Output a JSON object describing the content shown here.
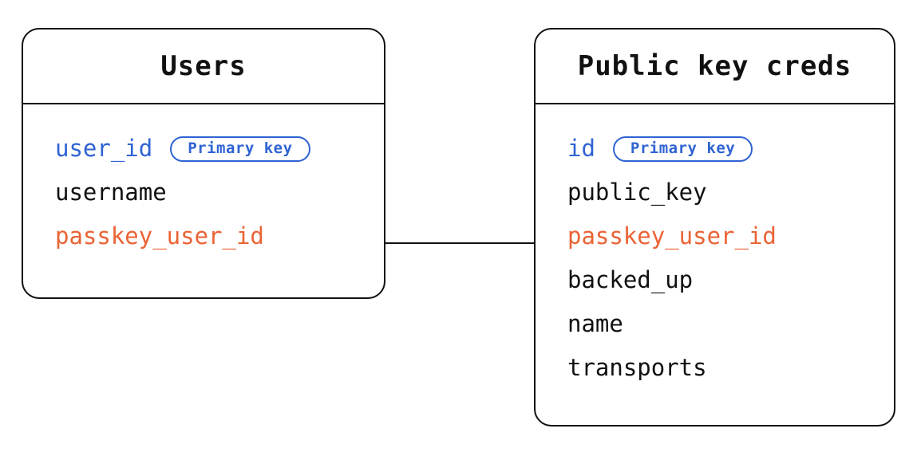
{
  "diagram": {
    "type": "entity-relationship-diagram",
    "background_color": "#ffffff",
    "colors": {
      "border": "#111111",
      "text": "#111111",
      "primary_key": "#2f63d3",
      "foreign_key": "#ea6335"
    },
    "entities": [
      {
        "id": "users",
        "title": "Users",
        "fields": [
          {
            "name": "user_id",
            "role": "primary",
            "badge": "Primary key"
          },
          {
            "name": "username",
            "role": "plain",
            "badge": null
          },
          {
            "name": "passkey_user_id",
            "role": "foreign",
            "badge": null
          }
        ]
      },
      {
        "id": "public-key-creds",
        "title": "Public key creds",
        "fields": [
          {
            "name": "id",
            "role": "primary",
            "badge": "Primary key"
          },
          {
            "name": "public_key",
            "role": "plain",
            "badge": null
          },
          {
            "name": "passkey_user_id",
            "role": "foreign",
            "badge": null
          },
          {
            "name": "backed_up",
            "role": "plain",
            "badge": null
          },
          {
            "name": "name",
            "role": "plain",
            "badge": null
          },
          {
            "name": "transports",
            "role": "plain",
            "badge": null
          }
        ]
      }
    ],
    "relationships": [
      {
        "from": "users",
        "from_field": "passkey_user_id",
        "to": "public-key-creds",
        "to_field": "passkey_user_id",
        "style": "straight-line"
      }
    ]
  }
}
